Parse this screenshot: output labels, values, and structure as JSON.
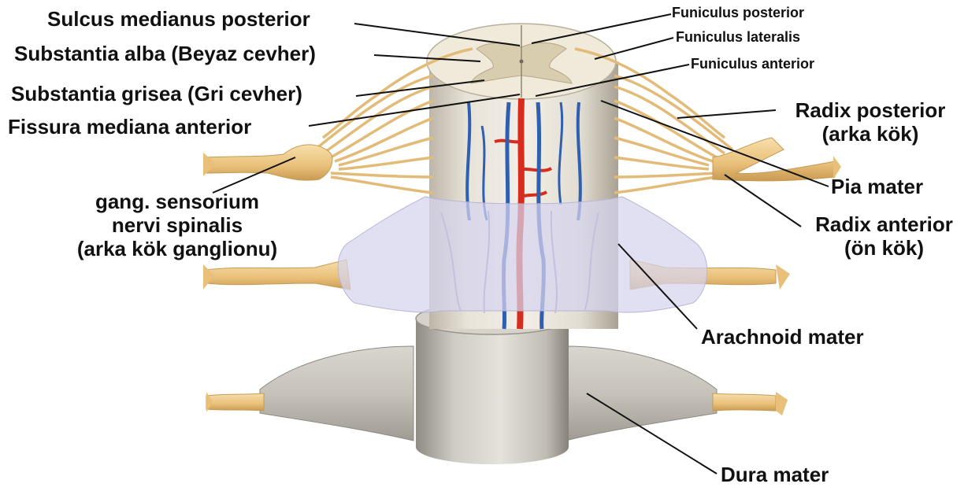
{
  "labels": {
    "sulcus_medianus_posterior": "Sulcus medianus posterior",
    "substantia_alba": "Substantia alba (Beyaz cevher)",
    "substantia_grisea": "Substantia grisea (Gri cevher)",
    "fissura_mediana_anterior": "Fissura mediana anterior",
    "gang_line1": "gang. sensorium",
    "gang_line2": "nervi spinalis",
    "gang_line3": "(arka kök ganglionu)",
    "funiculus_posterior": "Funiculus posterior",
    "funiculus_lateralis": "Funiculus lateralis",
    "funiculus_anterior": "Funiculus anterior",
    "radix_posterior_line1": "Radix posterior",
    "radix_posterior_line2": "(arka kök)",
    "pia_mater": "Pia mater",
    "radix_anterior_line1": "Radix anterior",
    "radix_anterior_line2": "(ön kök)",
    "arachnoid_mater": "Arachnoid mater",
    "dura_mater": "Dura mater"
  },
  "colors": {
    "nerve": "#efcd8e",
    "nerve_dark": "#d9ae63",
    "white_matter": "#f1ead8",
    "gray_matter": "#d8ccb0",
    "cord": "#e3ded3",
    "artery": "#d62d1f",
    "vein": "#2f5fb0",
    "arachnoid": "#c9c9e6",
    "dura": "#c4c1ba"
  }
}
